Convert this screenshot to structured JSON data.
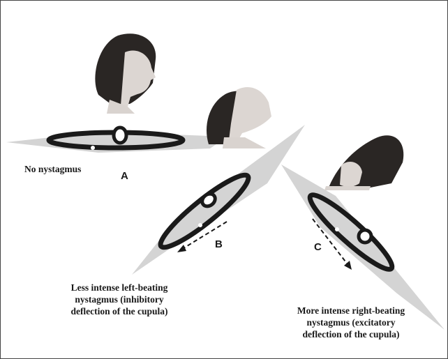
{
  "panels": [
    {
      "letter": "A",
      "caption_lines": [
        "No nystagmus"
      ]
    },
    {
      "letter": "B",
      "caption_lines": [
        "Less intense left-beating",
        "nystagmus (inhibitory",
        "deflection of the cupula)"
      ]
    },
    {
      "letter": "C",
      "caption_lines": [
        "More intense right-beating",
        "nystagmus (excitatory",
        "deflection of the cupula)"
      ]
    }
  ],
  "colors": {
    "plane": "#cfcfcf",
    "canal": "#1a1a1a",
    "hair": "#2a2624",
    "skin": "#d9d3cf",
    "text": "#1a1a1a"
  }
}
